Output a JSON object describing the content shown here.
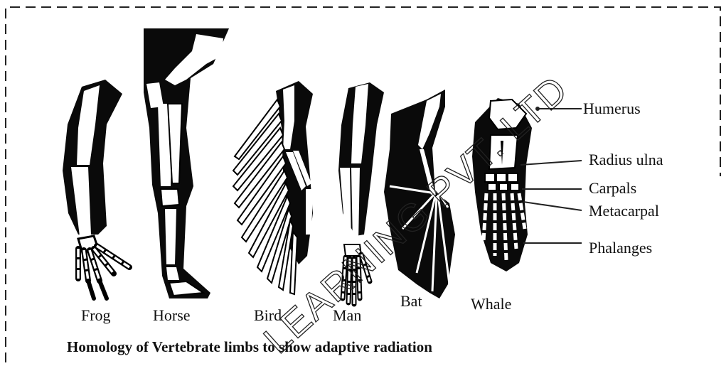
{
  "caption": "Homology of Vertebrate limbs to show adaptive radiation",
  "animals": [
    "Frog",
    "Horse",
    "Bird",
    "Man",
    "Bat",
    "Whale"
  ],
  "bone_labels": [
    "Humerus",
    "Radius ulna",
    "Carpals",
    "Metacarpal",
    "Phalanges"
  ],
  "watermark": "LEARNING PVT. LTD"
}
